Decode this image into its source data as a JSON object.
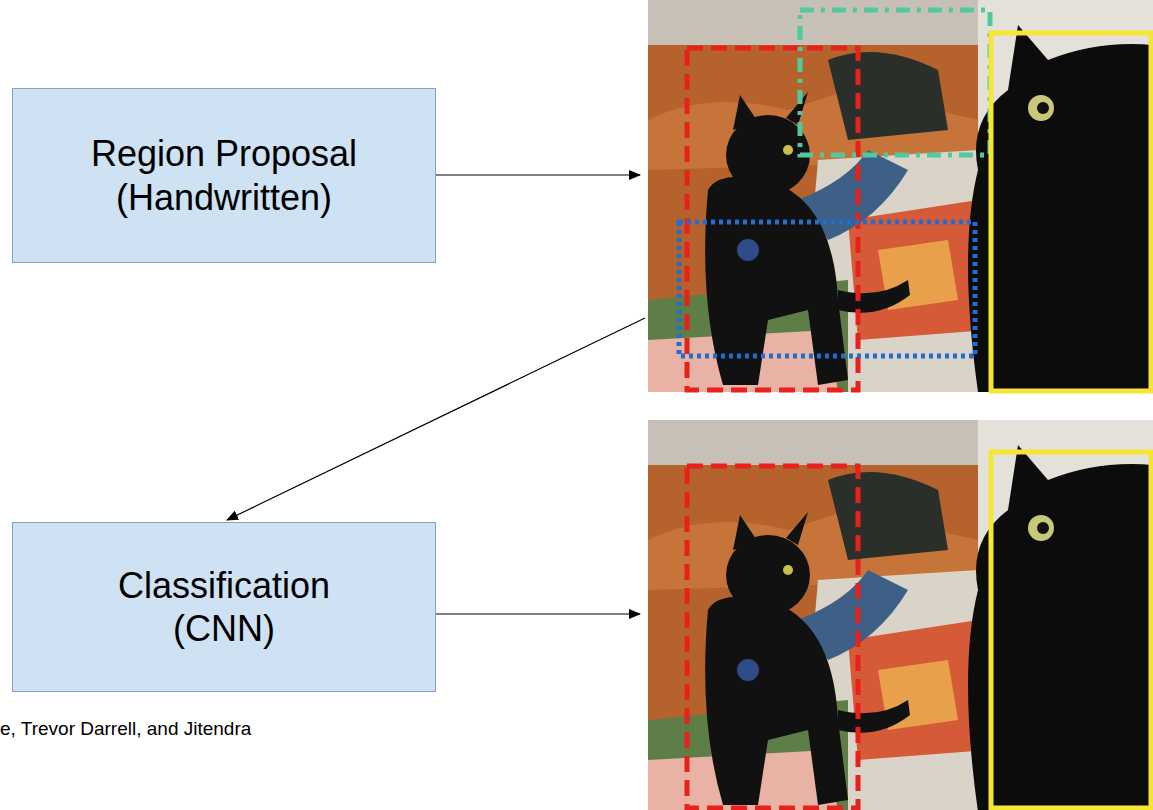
{
  "diagram": {
    "nodes": [
      {
        "text": [
          "Region Proposal (Handwritten)"
        ]
      },
      {
        "text": [
          "Classification (CNN)"
        ]
      }
    ],
    "labels": [
      "e, Trevor Darrell, and Jitendra"
    ]
  }
}
